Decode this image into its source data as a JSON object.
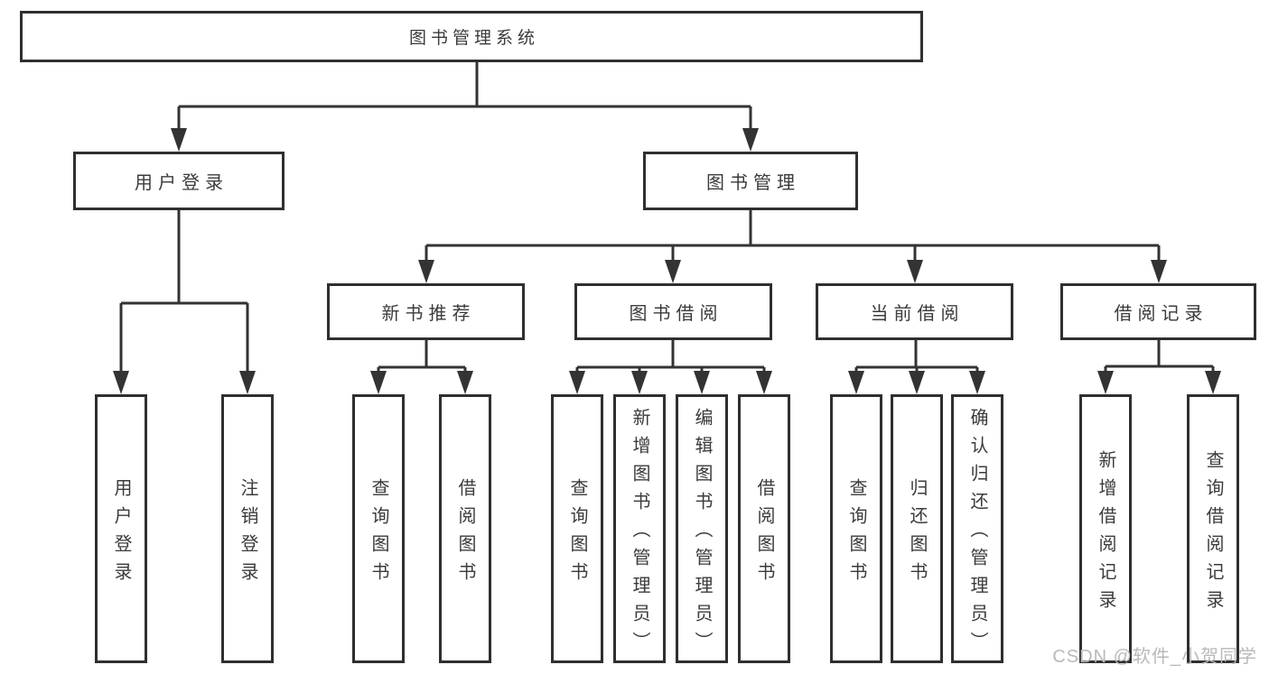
{
  "diagram": {
    "root": {
      "label": "图书管理系统"
    },
    "level2": [
      {
        "label": "用户登录"
      },
      {
        "label": "图书管理"
      }
    ],
    "level3": [
      {
        "label": "新书推荐"
      },
      {
        "label": "图书借阅"
      },
      {
        "label": "当前借阅"
      },
      {
        "label": "借阅记录"
      }
    ],
    "leaves": {
      "user_login": [
        "用户登录",
        "注销登录"
      ],
      "new_books": [
        "查询图书",
        "借阅图书"
      ],
      "book_borrow": [
        "查询图书",
        "新增图书（管理员）",
        "编辑图书（管理员）",
        "借阅图书"
      ],
      "current_borrow": [
        "查询图书",
        "归还图书",
        "确认归还（管理员）"
      ],
      "borrow_records": [
        "新增借阅记录",
        "查询借阅记录"
      ]
    },
    "watermark": "CSDN @软件_小贺同学",
    "colors": {
      "line": "#333333",
      "border": "#2f2f2f",
      "text": "#3b3b3b",
      "watermark": "#b9b9b9",
      "background": "#ffffff"
    }
  }
}
